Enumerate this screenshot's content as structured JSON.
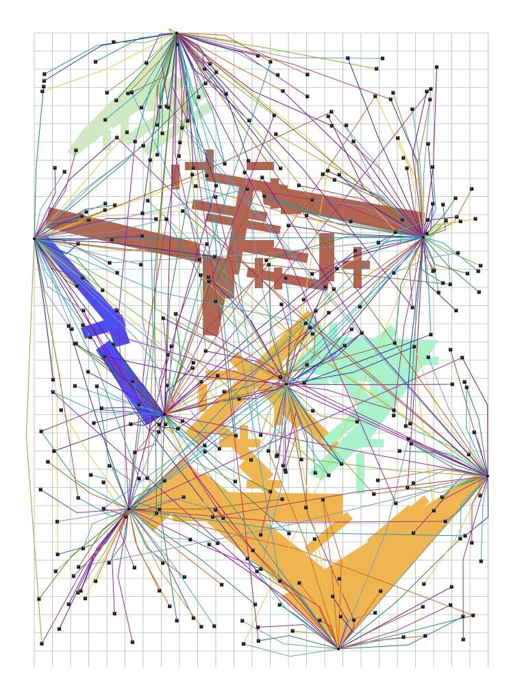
{
  "colors": {
    "background": "#ffffff",
    "grid": "#999999",
    "node_fill": "#111111",
    "node_stroke": "#777777",
    "node_mark": "#ffffff"
  },
  "regions": [
    {
      "id": "green-light-region",
      "color": "#d1e9c2"
    },
    {
      "id": "brown-region",
      "color": "#b06650"
    },
    {
      "id": "blue-region",
      "color": "#4d4df0"
    },
    {
      "id": "orange-region",
      "color": "#eeb550"
    },
    {
      "id": "mint-region",
      "color": "#a8f3cb"
    }
  ],
  "edge_colors": [
    "#7a0fa0",
    "#1a9db0",
    "#2a2ab0",
    "#7fb52a",
    "#e8c840",
    "#d0651e",
    "#36a8d8",
    "#b0306a",
    "#1e8a52",
    "#9b5c20",
    "#6a9ec8",
    "#a020a0"
  ],
  "hubs": [
    {
      "id": "hub-left",
      "label": ""
    },
    {
      "id": "hub-right",
      "label": ""
    },
    {
      "id": "hub-center-left",
      "label": ""
    },
    {
      "id": "hub-center-right",
      "label": ""
    },
    {
      "id": "hub-lower-left",
      "label": ""
    },
    {
      "id": "hub-far-right",
      "label": ""
    },
    {
      "id": "hub-top",
      "label": ""
    },
    {
      "id": "hub-bottom",
      "label": ""
    }
  ]
}
